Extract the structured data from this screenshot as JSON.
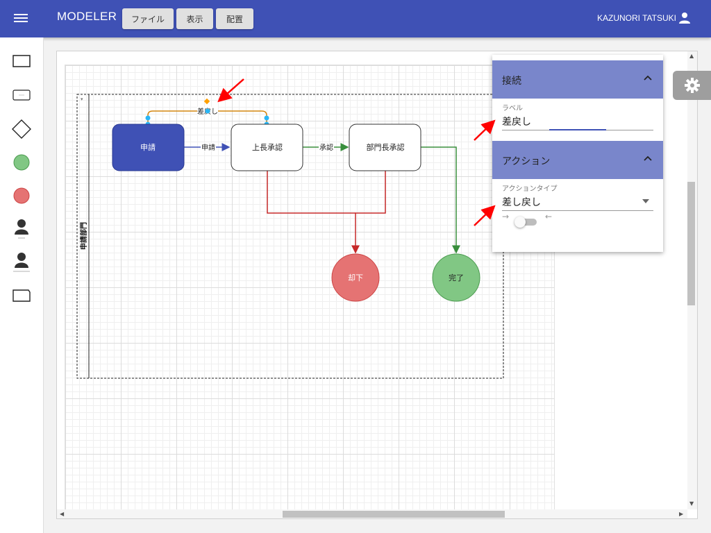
{
  "app": {
    "title": "MODELER"
  },
  "menu": {
    "file": "ファイル",
    "view": "表示",
    "layout": "配置"
  },
  "user": {
    "name": "KAZUNORI TATSUKI"
  },
  "diagram": {
    "lane_label": "申請部門",
    "nodes": {
      "apply": "申請",
      "chief": "上長承認",
      "manager": "部門長承認",
      "reject": "却下",
      "done": "完了"
    },
    "edges": {
      "apply": "申請",
      "approve": "承認",
      "sendback": "差戻し"
    }
  },
  "panel": {
    "connection": {
      "title": "接続",
      "label_caption": "ラベル",
      "label_value": "差戻し"
    },
    "action": {
      "title": "アクション",
      "type_caption": "アクションタイプ",
      "type_value": "差し戻し",
      "direction_left": "→",
      "direction_right": "←"
    }
  },
  "colors": {
    "primary": "#3f51b5",
    "section_header": "#7986cb",
    "start_node": "#3f51b5",
    "reject_node": "#e57373",
    "done_node": "#81c784",
    "approve_edge": "#388e3c",
    "reject_edge": "#c62828",
    "sendback_edge": "#d4850f",
    "annotation_arrow": "#ff0000"
  },
  "icons": {
    "menu": "hamburger-icon",
    "user": "person-icon",
    "settings": "gear-icon",
    "collapse": "chevron-up-icon",
    "dropdown": "caret-down-icon"
  }
}
